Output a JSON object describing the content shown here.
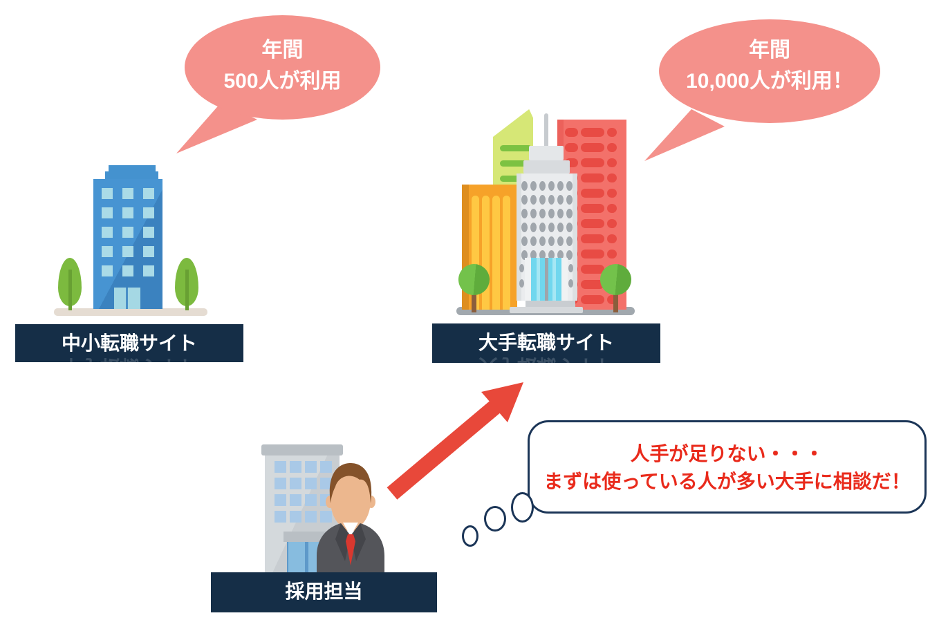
{
  "small_site": {
    "bubble_line1": "年間",
    "bubble_line2": "500人が利用",
    "label": "中小転職サイト"
  },
  "major_site": {
    "bubble_line1": "年間",
    "bubble_line2": "10,000人が利用！",
    "label": "大手転職サイト"
  },
  "recruiter": {
    "label": "採用担当",
    "thought_line1": "人手が足りない・・・",
    "thought_line2": "まずは使っている人が多い大手に相談だ！"
  },
  "colors": {
    "bubble_pink": "#F4918B",
    "label_navy": "#152E47",
    "thought_border_navy": "#1B3557",
    "thought_text_red": "#E92A1B",
    "arrow_red": "#E8483A"
  }
}
